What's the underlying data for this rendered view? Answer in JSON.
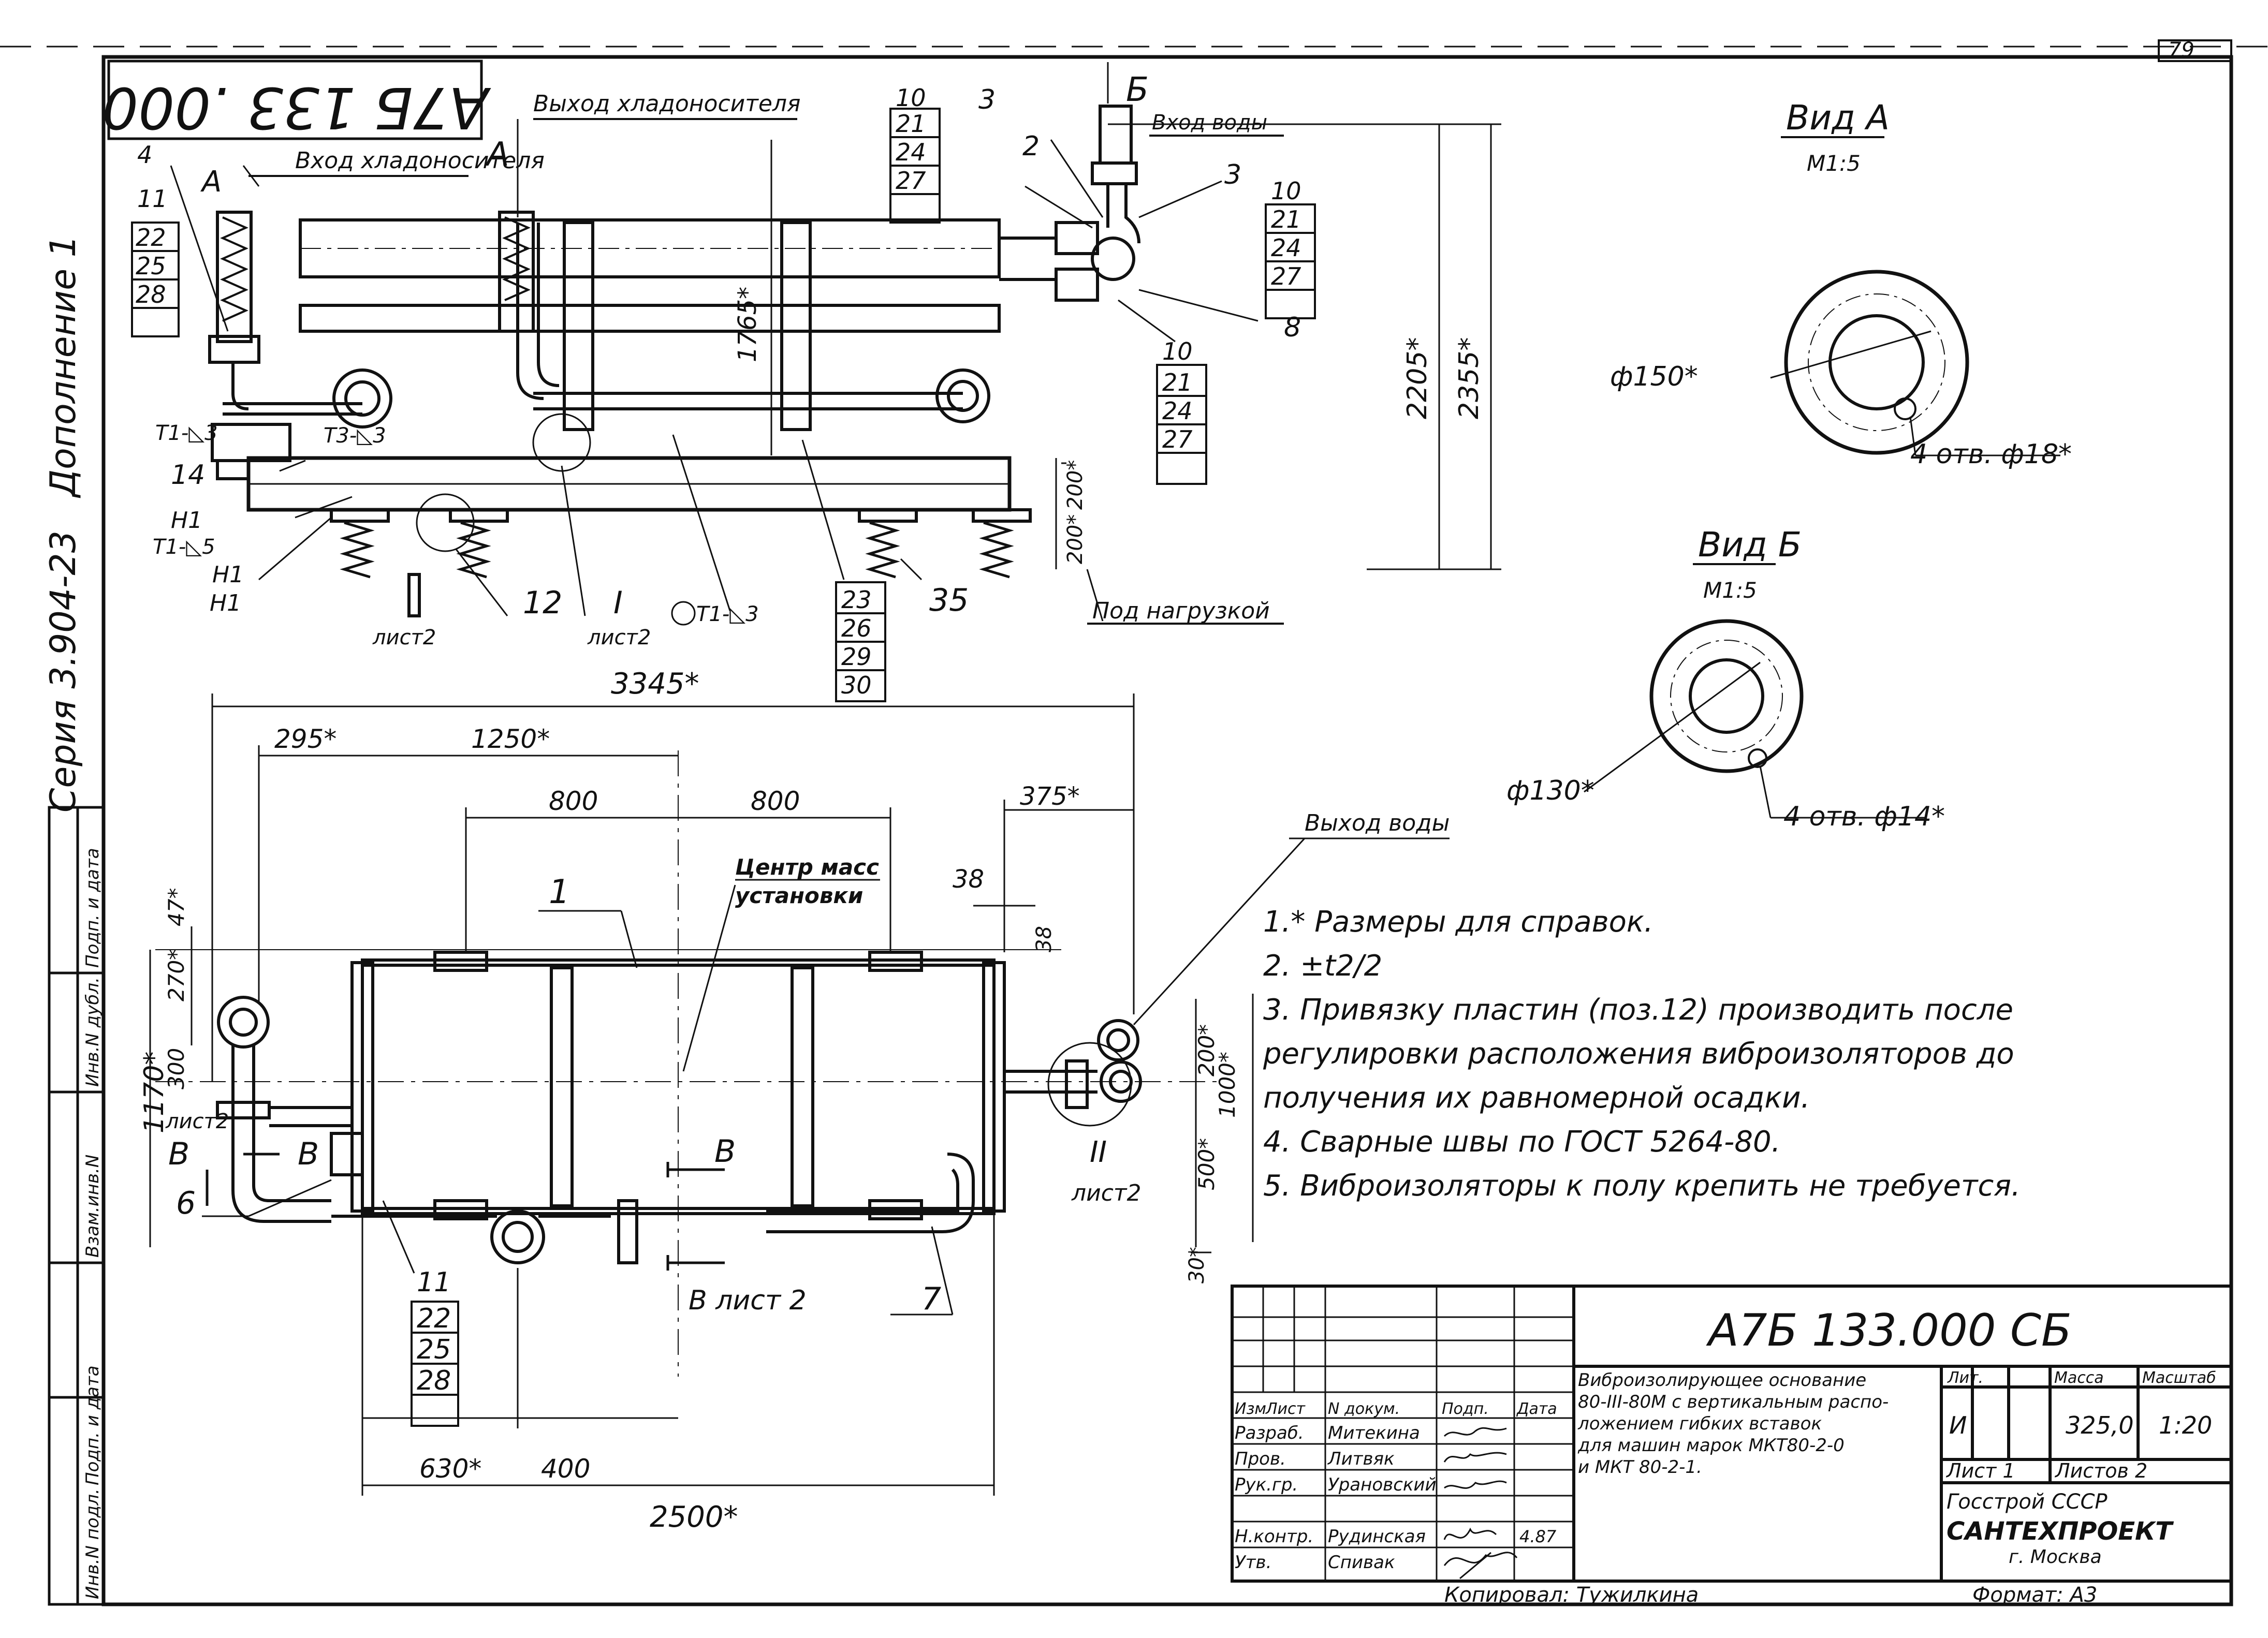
{
  "sheet": {
    "page_number": "79",
    "rotated_stamp": "А7Б 133 .000",
    "left_margin": {
      "addendum": "Дополнение 1",
      "series": "Серия 3.904-23",
      "stamp_cells": [
        "Инв.N подл.",
        "Подп. и дата",
        "Взам.инв.N",
        "Инв.N дубл.",
        "Подп. и дата"
      ]
    }
  },
  "top_view": {
    "labels": {
      "coolant_inlet": "Вход хладоносителя",
      "coolant_outlet": "Выход хладоносителя",
      "water_inlet": "Вход воды",
      "under_load": "Под нагрузкой",
      "view_a_arrow": "А",
      "view_a_arrow2": "А",
      "view_b_arrow": "Б"
    },
    "dims": {
      "d1765": "1765*",
      "d2205": "2205*",
      "d2355": "2355*",
      "d200a": "200*",
      "d200b": "200*"
    },
    "callouts": {
      "left_stack": [
        "4",
        "11",
        "22",
        "25",
        "28"
      ],
      "top_stack": [
        "10",
        "21",
        "24",
        "27"
      ],
      "right_stack_a": [
        "10",
        "21",
        "24",
        "27"
      ],
      "right_stack_b": [
        "10",
        "21",
        "24",
        "27"
      ],
      "bottom_stack": [
        "23",
        "26",
        "29",
        "30"
      ],
      "p2": "2",
      "p3a": "3",
      "p3b": "3",
      "p8": "8",
      "p14": "14",
      "p12": "12",
      "p35": "35",
      "h1a": "Н1",
      "h1b": "Н1",
      "h1c": "Н1",
      "detail_I": "I",
      "sheet2_a": "лист2",
      "sheet2_b": "лист2"
    },
    "welds": {
      "t1a": "Т1-◺3",
      "t3": "Т3-◺3",
      "t1b": "Т1-◺5",
      "t1c": "Т1-◺3"
    }
  },
  "plan_view": {
    "dims": {
      "d3345": "3345*",
      "d295": "295*",
      "d1250": "1250*",
      "d800a": "800",
      "d800b": "800",
      "d375": "375*",
      "d38a": "38",
      "d38b": "38",
      "d47": "47*",
      "d270": "270*",
      "d300": "300",
      "d1170": "1170*",
      "d200": "200*",
      "d1000": "1000*",
      "d500": "500*",
      "d30": "30*",
      "d630": "630*",
      "d400": "400",
      "d2500": "2500*"
    },
    "labels": {
      "center_of_mass": "Центр масс",
      "center_of_mass2": "установки",
      "water_outlet": "Выход воды",
      "section_b_top": "В",
      "section_b_bottom": "В лист 2",
      "arrow_b_left": "В",
      "arrow_b_left2": "В",
      "sheet2_c": "лист2",
      "sheet2_d": "лист2",
      "detail_II": "II"
    },
    "callouts": {
      "p1": "1",
      "p6": "6",
      "p7": "7",
      "bottom_stack": [
        "11",
        "22",
        "25",
        "28"
      ]
    }
  },
  "views": {
    "view_a": {
      "title": "Вид А",
      "scale": "М1:5",
      "diameter": "ф150*",
      "holes": "4 отв. ф18*"
    },
    "view_b": {
      "title": "Вид Б",
      "scale": "М1:5",
      "diameter": "ф130*",
      "holes": "4 отв. ф14*"
    }
  },
  "notes": [
    "1.* Размеры для справок.",
    "2. ±t2/2",
    "3. Привязку пластин (поз.12) производить после",
    "регулировки расположения виброизоляторов до",
    "получения их равномерной осадки.",
    "4. Сварные швы по ГОСТ 5264-80.",
    "5. Виброизоляторы к полу крепить не требуется."
  ],
  "title_block": {
    "doc_code": "А7Б 133.000 СБ",
    "description": [
      "Виброизолирующее основание",
      "80-III-80М с вертикальным распо-",
      "ложением гибких вставок",
      "для машин марок МКТ80-2-0",
      "и МКТ 80-2-1."
    ],
    "header_cols": [
      "Изм",
      "Лист",
      "N докум.",
      "Подп.",
      "Дата"
    ],
    "roles": [
      {
        "role": "Разраб.",
        "name": "Митекина"
      },
      {
        "role": "Пров.",
        "name": "Литвяк"
      },
      {
        "role": "Рук.гр.",
        "name": "Урановский"
      },
      {
        "role": "Н.контр.",
        "name": "Рудинская"
      },
      {
        "role": "Утв.",
        "name": "Спивак"
      }
    ],
    "date_mark": "4.87",
    "lit_header": "Лит.",
    "mass_header": "Масса",
    "scale_header": "Масштаб",
    "lit_value": "И",
    "mass_value": "325,0",
    "scale_value": "1:20",
    "sheet_label": "Лист 1",
    "sheets_label": "Листов 2",
    "org_line1": "Госстрой СССР",
    "org_line2": "САНТЕХПРОЕКТ",
    "org_line3": "г. Москва",
    "copied_by": "Копировал: Тужилкина",
    "format": "Формат: А3"
  }
}
